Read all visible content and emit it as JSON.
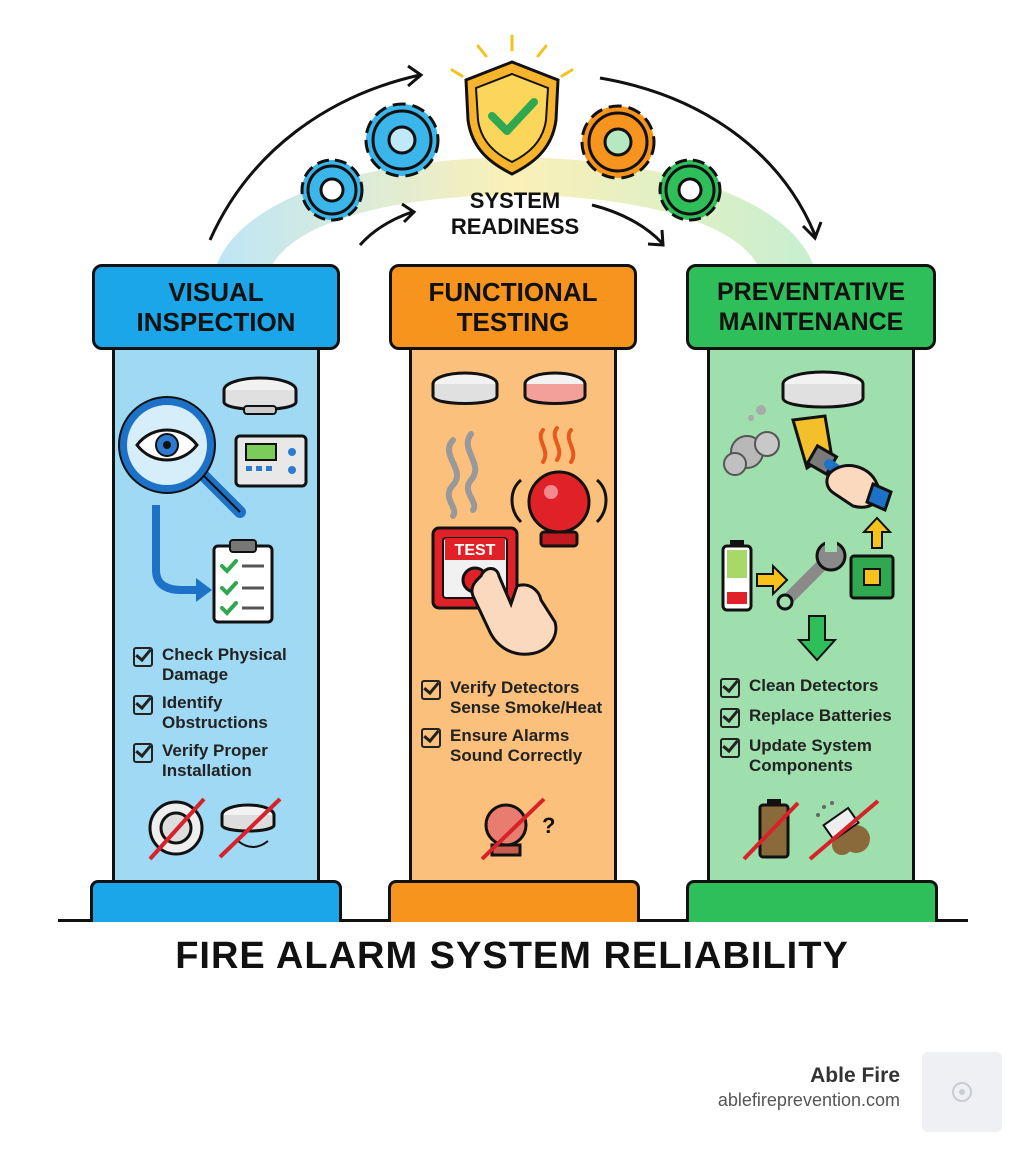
{
  "top": {
    "readiness_label": "SYSTEM\nREADINESS"
  },
  "columns": [
    {
      "title": [
        "VISUAL",
        "INSPECTION"
      ],
      "color": "#1aa6e8",
      "fill": "#9fd9f4",
      "checks": [
        "Check Physical Damage",
        "Identify Obstructions",
        "Verify Proper Installation"
      ]
    },
    {
      "title": [
        "FUNCTIONAL",
        "TESTING"
      ],
      "color": "#f7941d",
      "fill": "#fbc07c",
      "test_label": "TEST",
      "checks": [
        "Verify Detectors Sense Smoke/Heat",
        "Ensure Alarms Sound Correctly"
      ]
    },
    {
      "title": [
        "PREVENTATIVE",
        "MAINTENANCE"
      ],
      "color": "#2fbf5a",
      "fill": "#9fdfae",
      "checks": [
        "Clean Detectors",
        "Replace Batteries",
        "Update System Components"
      ]
    }
  ],
  "main_title": "FIRE ALARM SYSTEM RELIABILITY",
  "brand": {
    "name": "Able Fire",
    "url": "ablefireprevention.com"
  },
  "icons": [
    "shield-check-icon",
    "gear-icon",
    "magnifier-eye-icon",
    "smoke-detector-icon",
    "control-panel-icon",
    "clipboard-icon",
    "alarm-bell-icon",
    "test-button-icon",
    "hand-icon",
    "brush-icon",
    "battery-icon",
    "wrench-icon",
    "circuit-chip-icon"
  ]
}
